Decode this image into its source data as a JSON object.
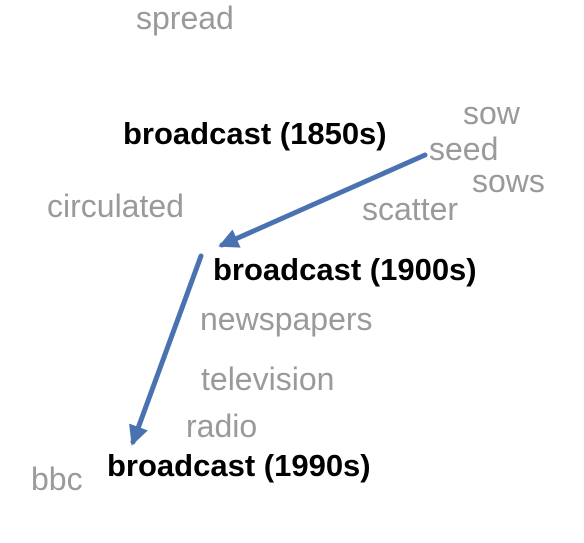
{
  "colors": {
    "arrow": "#4a72b0",
    "neighbor_text": "#9a9a9a",
    "anchor_text": "#000000"
  },
  "anchors": {
    "a1850": "broadcast (1850s)",
    "a1900": "broadcast (1900s)",
    "a1990": "broadcast (1990s)"
  },
  "neighbors": {
    "spread": "spread",
    "sow": "sow",
    "seed": "seed",
    "sows": "sows",
    "circulated": "circulated",
    "scatter": "scatter",
    "newspapers": "newspapers",
    "television": "television",
    "radio": "radio",
    "bbc": "bbc"
  },
  "arrows": [
    {
      "from": "broadcast (1850s)",
      "to": "broadcast (1900s)"
    },
    {
      "from": "broadcast (1900s)",
      "to": "broadcast (1990s)"
    }
  ]
}
